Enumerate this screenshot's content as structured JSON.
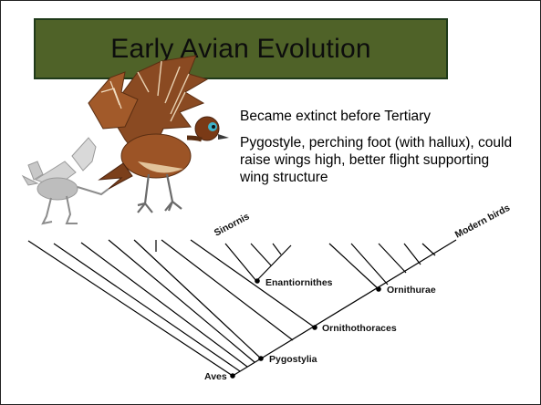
{
  "slide": {
    "title": "Early Avian Evolution",
    "title_bg": "#4f6228",
    "bullets": [
      "Became extinct before Tertiary",
      "Pygostyle, perching foot (with hallux), could raise wings high, better flight supporting wing structure"
    ]
  },
  "images": [
    {
      "name": "skeleton-illustration",
      "description_icon": "bird-skeleton-icon"
    },
    {
      "name": "bird-illustration",
      "description_icon": "bird-icon"
    }
  ],
  "cladogram": {
    "tip_labels": [
      "Sinornis",
      "Modern birds"
    ],
    "node_labels": [
      "Aves",
      "Pygostylia",
      "Ornithothoraces",
      "Enantiornithes",
      "Ornithurae"
    ]
  }
}
